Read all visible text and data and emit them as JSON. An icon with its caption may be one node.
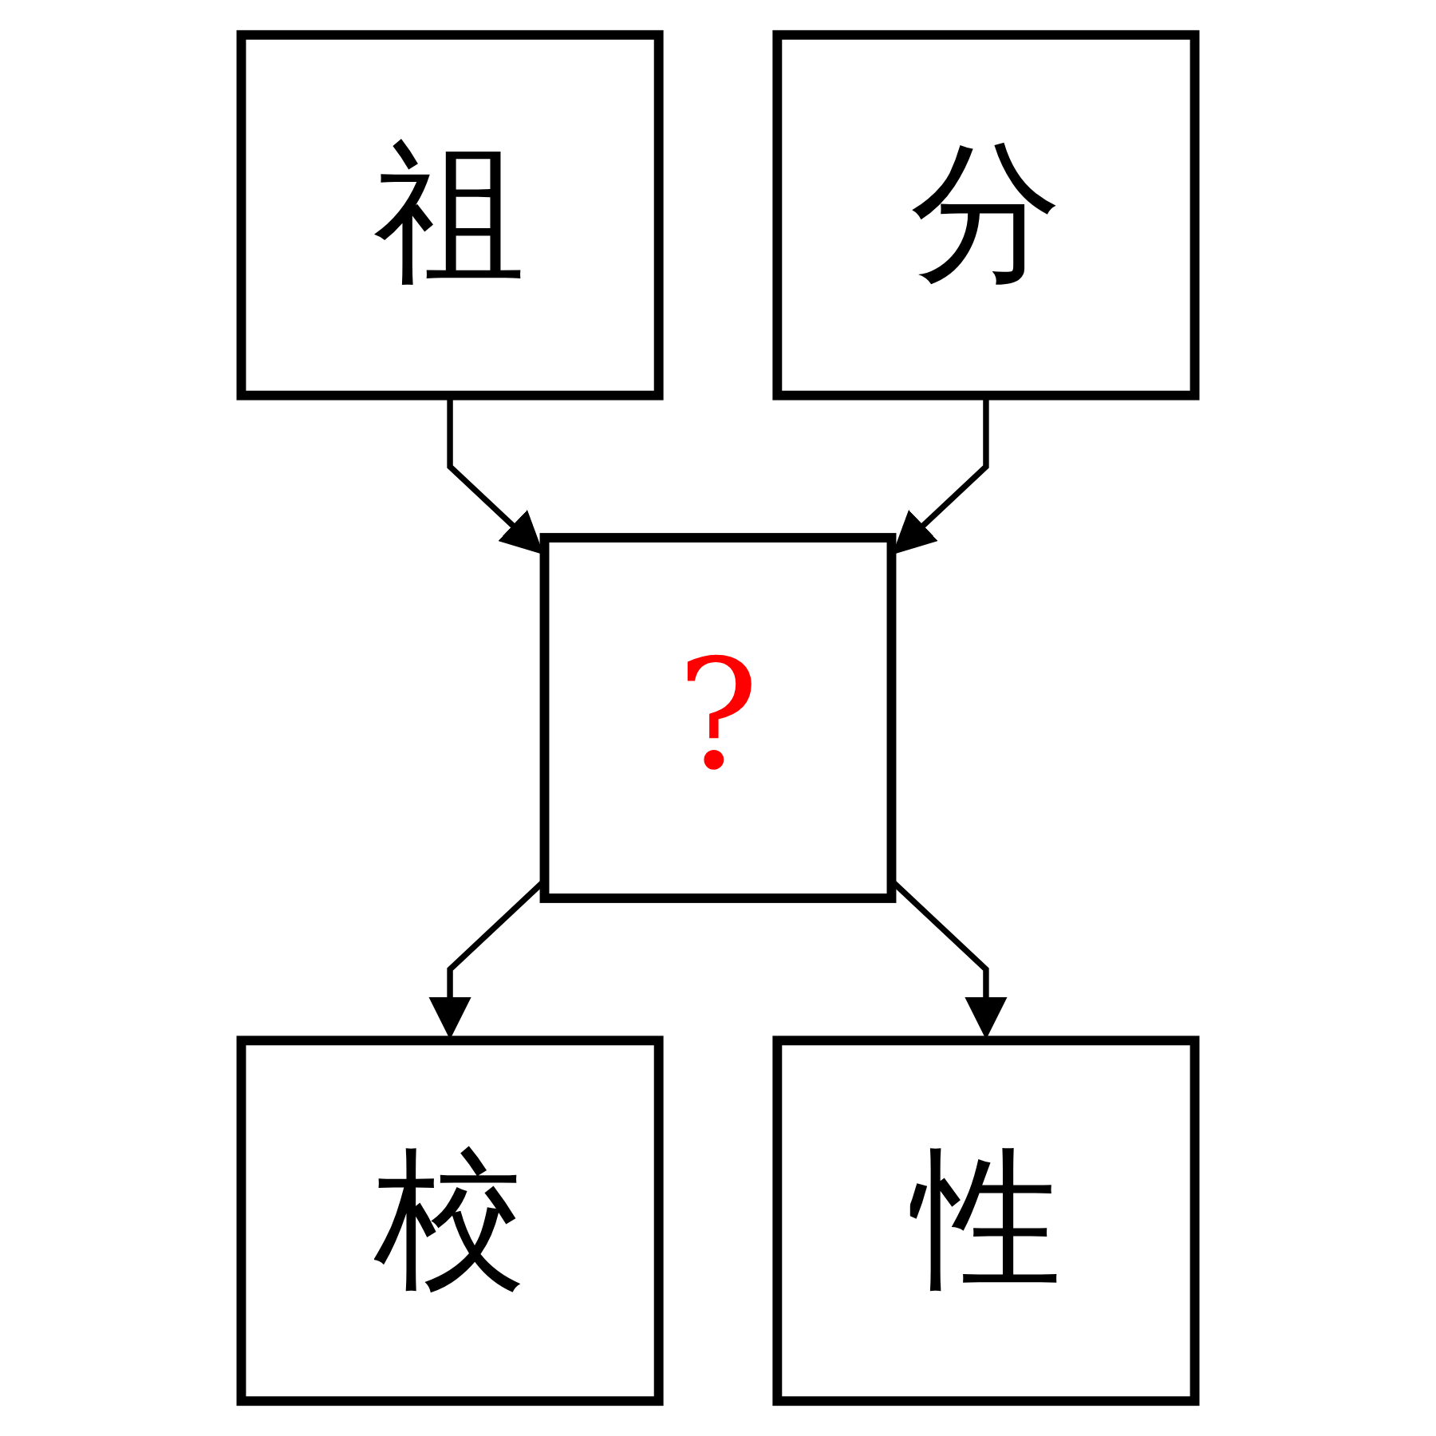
{
  "diagram": {
    "nodes": [
      {
        "text": [
          "祖"
        ]
      },
      {
        "text": [
          "分"
        ]
      },
      {
        "text": [
          "?"
        ]
      },
      {
        "text": [
          "校"
        ]
      },
      {
        "text": [
          "性"
        ]
      }
    ],
    "edges": [
      {
        "from": 0,
        "to": 2,
        "arrow": "to"
      },
      {
        "from": 1,
        "to": 2,
        "arrow": "to"
      },
      {
        "from": 2,
        "to": 3,
        "arrow": "to"
      },
      {
        "from": 2,
        "to": 4,
        "arrow": "to"
      }
    ]
  }
}
